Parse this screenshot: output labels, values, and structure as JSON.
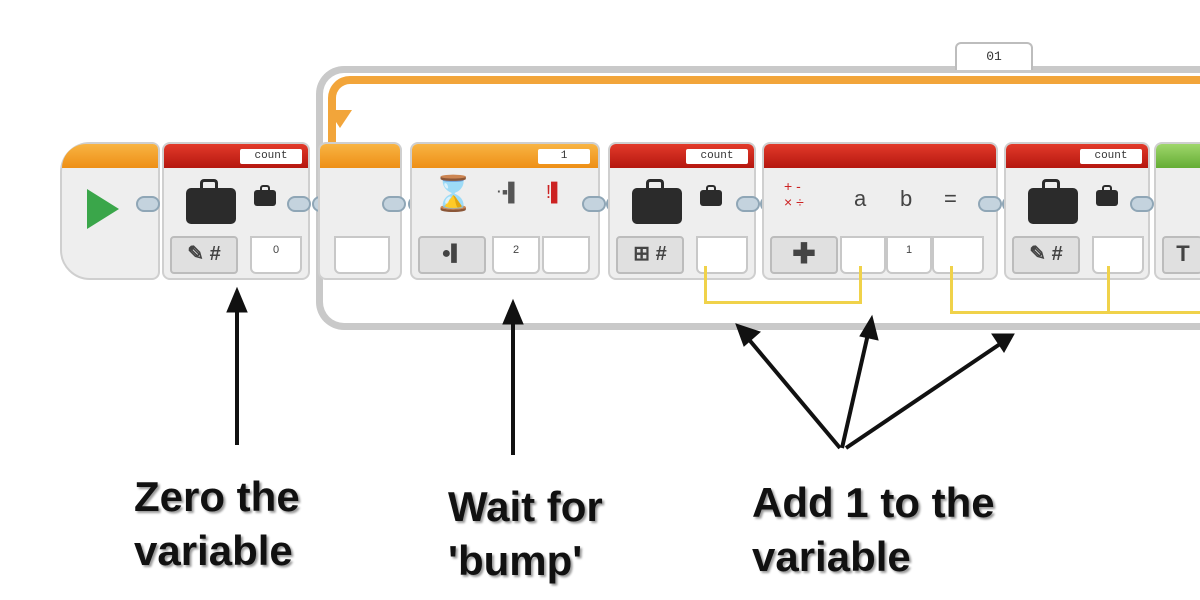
{
  "loop": {
    "label": "01"
  },
  "blocks": {
    "var1": {
      "name": "count",
      "value": "0"
    },
    "wait": {
      "value": "1",
      "port": "2"
    },
    "var2": {
      "name": "count"
    },
    "math": {
      "a_label": "a",
      "b_label": "b",
      "eq_label": "=",
      "b_value": "1"
    },
    "var3": {
      "name": "count"
    }
  },
  "annotations": {
    "zero": {
      "line1": "Zero the",
      "line2": "variable"
    },
    "wait": {
      "line1": "Wait for",
      "line2": "'bump'"
    },
    "add": {
      "line1": "Add 1 to the",
      "line2": "variable"
    }
  },
  "colors": {
    "red": "#c8281c",
    "orange": "#f2a53a",
    "green": "#7dbf4a",
    "wire": "#f0d24a",
    "connector": "#c4d3de"
  },
  "icons": [
    "play-icon",
    "briefcase-icon",
    "pencil-icon",
    "hash-icon",
    "hourglass-icon",
    "touch-sensor-icon",
    "plus-icon",
    "book-icon",
    "text-icon"
  ]
}
